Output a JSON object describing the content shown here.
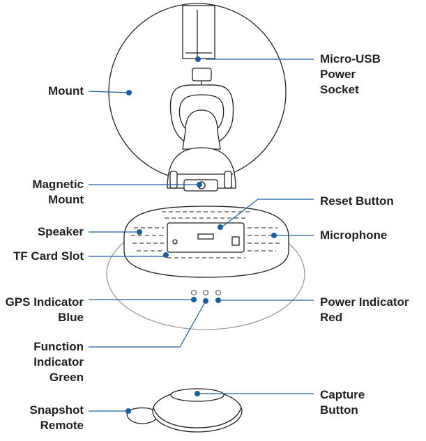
{
  "labels": {
    "mount": "Mount",
    "magnetic_mount": "Magnetic\nMount",
    "speaker": "Speaker",
    "tf_card_slot": "TF Card Slot",
    "gps_indicator": "GPS Indicator\nBlue",
    "function_indicator": "Function\nIndicator\nGreen",
    "snapshot_remote": "Snapshot\nRemote",
    "micro_usb": "Micro-USB\nPower\nSocket",
    "reset_button": "Reset Button",
    "microphone": "Microphone",
    "power_indicator": "Power Indicator\nRed",
    "capture_button": "Capture\nButton"
  },
  "colors": {
    "outline": "#231f20",
    "leader": "#1b5e9e",
    "dot": "#1b5e9e"
  }
}
